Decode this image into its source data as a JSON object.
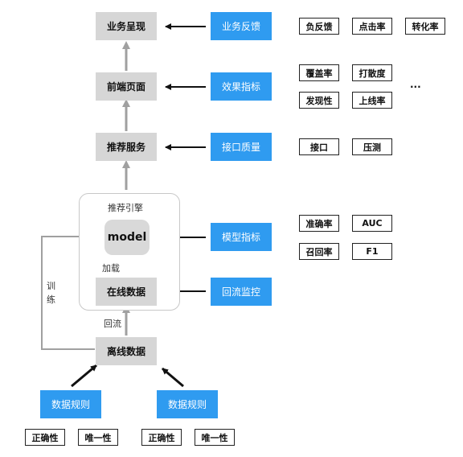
{
  "nodes": {
    "business_display": "业务呈现",
    "frontend_page": "前端页面",
    "recommend_service": "推荐服务",
    "engine_label": "推荐引擎",
    "model": "model",
    "load_label": "加载",
    "online_data": "在线数据",
    "backflow_label": "回流",
    "offline_data": "离线数据",
    "train_label_1": "训",
    "train_label_2": "练"
  },
  "metrics": {
    "business_feedback": "业务反馈",
    "effect_metrics": "效果指标",
    "interface_quality": "接口质量",
    "model_metrics": "模型指标",
    "backflow_monitor": "回流监控",
    "data_rules_left": "数据规则",
    "data_rules_right": "数据规则"
  },
  "tags": {
    "feedback": [
      "负反馈",
      "点击率",
      "转化率"
    ],
    "effect_row1": [
      "覆盖率",
      "打散度"
    ],
    "effect_row2": [
      "发现性",
      "上线率"
    ],
    "effect_more": "...",
    "interface": [
      "接口",
      "压测"
    ],
    "model_row1": [
      "准确率",
      "AUC"
    ],
    "model_row2": [
      "召回率",
      "F1"
    ],
    "rules_left": [
      "正确性",
      "唯一性"
    ],
    "rules_right": [
      "正确性",
      "唯一性"
    ]
  }
}
